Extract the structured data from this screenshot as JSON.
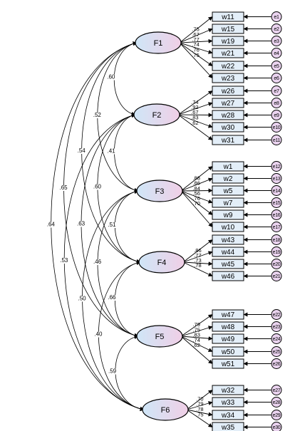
{
  "diagram": {
    "factors": [
      {
        "label": "F1"
      },
      {
        "label": "F2"
      },
      {
        "label": "F3"
      },
      {
        "label": "F4"
      },
      {
        "label": "F5"
      },
      {
        "label": "F6"
      }
    ],
    "indicators": [
      {
        "label": "w11",
        "factor": 0,
        "loading": ".75",
        "error": "e1"
      },
      {
        "label": "w15",
        "factor": 0,
        "loading": ".67",
        "error": "e2"
      },
      {
        "label": "w19",
        "factor": 0,
        "loading": ".77",
        "error": "e3"
      },
      {
        "label": "w21",
        "factor": 0,
        "loading": ".74",
        "error": "e4"
      },
      {
        "label": "w22",
        "factor": 0,
        "loading": ".76",
        "error": "e5"
      },
      {
        "label": "w23",
        "factor": 0,
        "loading": ".75",
        "error": "e6"
      },
      {
        "label": "w26",
        "factor": 1,
        "loading": ".74",
        "error": "e7"
      },
      {
        "label": "w27",
        "factor": 1,
        "loading": ".92",
        "error": "e8"
      },
      {
        "label": "w28",
        "factor": 1,
        "loading": ".67",
        "error": "e9"
      },
      {
        "label": "w30",
        "factor": 1,
        "loading": ".83",
        "error": "e10"
      },
      {
        "label": "w31",
        "factor": 1,
        "loading": ".62",
        "error": "e11"
      },
      {
        "label": "w1",
        "factor": 2,
        "loading": ".88",
        "error": "e12"
      },
      {
        "label": "w2",
        "factor": 2,
        "loading": ".86",
        "error": "e13"
      },
      {
        "label": "w5",
        "factor": 2,
        "loading": ".84",
        "error": "e14"
      },
      {
        "label": "w7",
        "factor": 2,
        "loading": ".56",
        "error": "e15"
      },
      {
        "label": "w9",
        "factor": 2,
        "loading": ".76",
        "error": "e16"
      },
      {
        "label": "w10",
        "factor": 2,
        "loading": ".70",
        "error": "e17"
      },
      {
        "label": "w43",
        "factor": 3,
        "loading": ".86",
        "error": "e18"
      },
      {
        "label": "w44",
        "factor": 3,
        "loading": ".77",
        "error": "e19"
      },
      {
        "label": "w45",
        "factor": 3,
        "loading": ".73",
        "error": "e20"
      },
      {
        "label": "w46",
        "factor": 3,
        "loading": ".78",
        "error": "e21"
      },
      {
        "label": "w47",
        "factor": 4,
        "loading": ".79",
        "error": "e22"
      },
      {
        "label": "w48",
        "factor": 4,
        "loading": ".75",
        "error": "e23"
      },
      {
        "label": "w49",
        "factor": 4,
        "loading": ".83",
        "error": "e24"
      },
      {
        "label": "w50",
        "factor": 4,
        "loading": ".74",
        "error": "e25"
      },
      {
        "label": "w51",
        "factor": 4,
        "loading": ".62",
        "error": "e26"
      },
      {
        "label": "w32",
        "factor": 5,
        "loading": ".70",
        "error": "e27"
      },
      {
        "label": "w33",
        "factor": 5,
        "loading": ".79",
        "error": "e28"
      },
      {
        "label": "w34",
        "factor": 5,
        "loading": ".78",
        "error": "e29"
      },
      {
        "label": "w35",
        "factor": 5,
        "loading": ".75",
        "error": "e30"
      }
    ],
    "covariances": [
      {
        "from": 0,
        "to": 1,
        "value": ".60"
      },
      {
        "from": 1,
        "to": 2,
        "value": ".41"
      },
      {
        "from": 2,
        "to": 3,
        "value": ".51"
      },
      {
        "from": 3,
        "to": 4,
        "value": ".66"
      },
      {
        "from": 4,
        "to": 5,
        "value": ".59"
      },
      {
        "from": 0,
        "to": 2,
        "value": ".52"
      },
      {
        "from": 1,
        "to": 3,
        "value": ".60"
      },
      {
        "from": 2,
        "to": 4,
        "value": ".46"
      },
      {
        "from": 3,
        "to": 5,
        "value": ".40"
      },
      {
        "from": 0,
        "to": 3,
        "value": ".54"
      },
      {
        "from": 1,
        "to": 4,
        "value": ".63"
      },
      {
        "from": 2,
        "to": 5,
        "value": ".50"
      },
      {
        "from": 0,
        "to": 4,
        "value": ".65"
      },
      {
        "from": 1,
        "to": 5,
        "value": ".53"
      },
      {
        "from": 0,
        "to": 5,
        "value": ".64"
      }
    ],
    "colors": {
      "factor_fill_start": "#cfe6f7",
      "factor_fill_end": "#f0cfe6",
      "indicator_fill": "#e3eef8",
      "error_fill": "#ead3ef",
      "stroke": "#000000"
    }
  }
}
